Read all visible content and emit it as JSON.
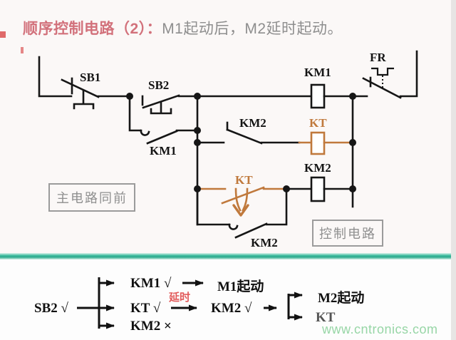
{
  "title": {
    "prefix": "顺序控制电路（2）：",
    "suffix": "M1起动后，M2延时起动。"
  },
  "circuit": {
    "labels": {
      "sb1": "SB1",
      "sb2": "SB2",
      "km1_coil": "KM1",
      "fr": "FR",
      "km1_latch": "KM1",
      "km2_contact": "KM2",
      "kt_coil": "KT",
      "km2_coil": "KM2",
      "kt_delay_contact": "KT",
      "km2_latch": "KM2"
    },
    "notes": {
      "main_circuit": "主电路同前",
      "control_circuit": "控制电路"
    }
  },
  "flow": {
    "start": "SB2 √",
    "row1": {
      "a": "KM1 √",
      "b": "M1起动"
    },
    "row2": {
      "a": "KT √",
      "delay": "延时",
      "b": "KM2 √",
      "sub1": "M2起动",
      "sub2": "KT"
    },
    "row3": {
      "a": "KM2 ×"
    }
  },
  "watermark": "www.cntronics.com",
  "colors": {
    "accent_orange": "#c0793c",
    "title_red": "#d2717b",
    "title_gray": "#8e8e8e",
    "delay_red": "#e25b5b",
    "watermark_green": "#97d6a6",
    "separator_teal": "#3fbc9f",
    "wire_black": "#161616",
    "note_gray": "#8f8f8f"
  }
}
